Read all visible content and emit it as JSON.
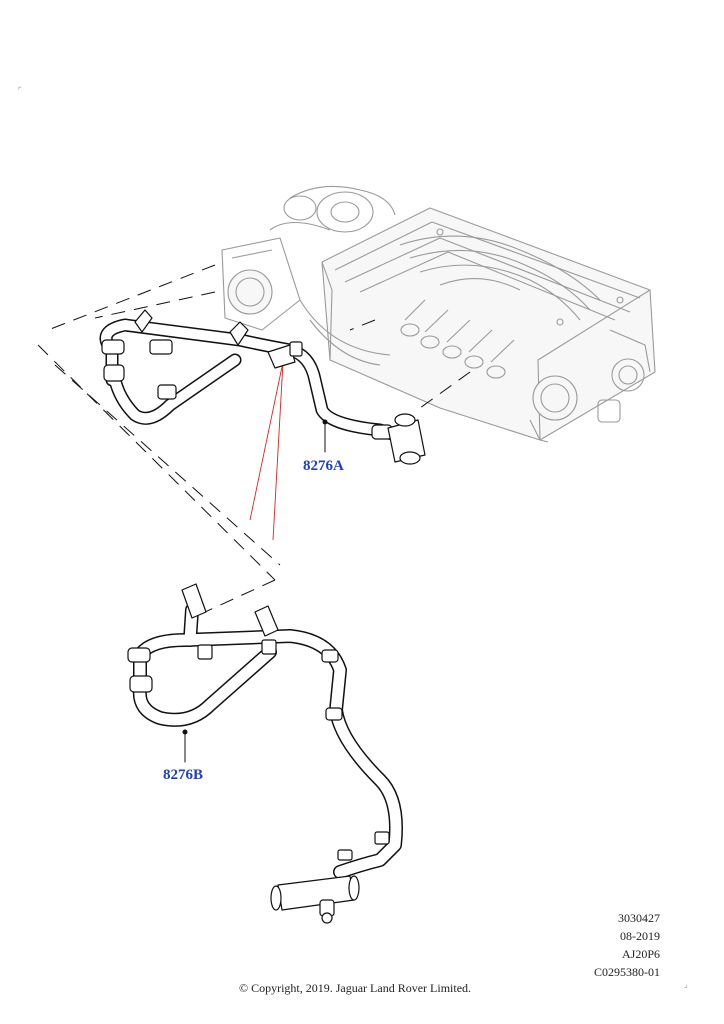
{
  "callouts": {
    "upper": "8276A",
    "lower": "8276B"
  },
  "reference": {
    "line1": "3030427",
    "line2": "08-2019",
    "line3": "AJ20P6",
    "line4": "C0295380-01"
  },
  "copyright": "© Copyright, 2019. Jaguar Land Rover Limited.",
  "colors": {
    "callout": "#1f3fc4",
    "leader_red": "#e02020",
    "line": "#111111",
    "engine": "#9a9a9a"
  }
}
